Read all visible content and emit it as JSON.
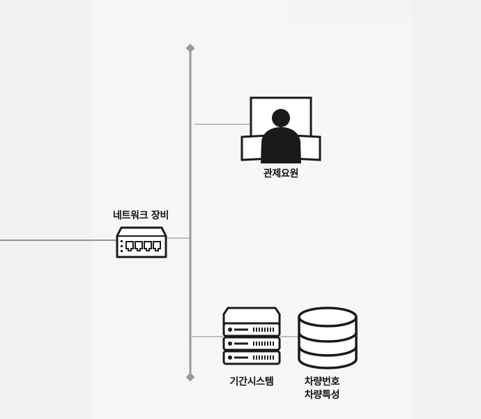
{
  "labels": {
    "operator": "관제요원",
    "network": "네트워크 장비",
    "system": "기간시스템",
    "db_line1": "차량번호",
    "db_line2": "차량특성"
  },
  "colors": {
    "bus": "#999999",
    "connector": "#aaaaaa",
    "uplink": "#333333",
    "icon": "#1a1a1a"
  }
}
